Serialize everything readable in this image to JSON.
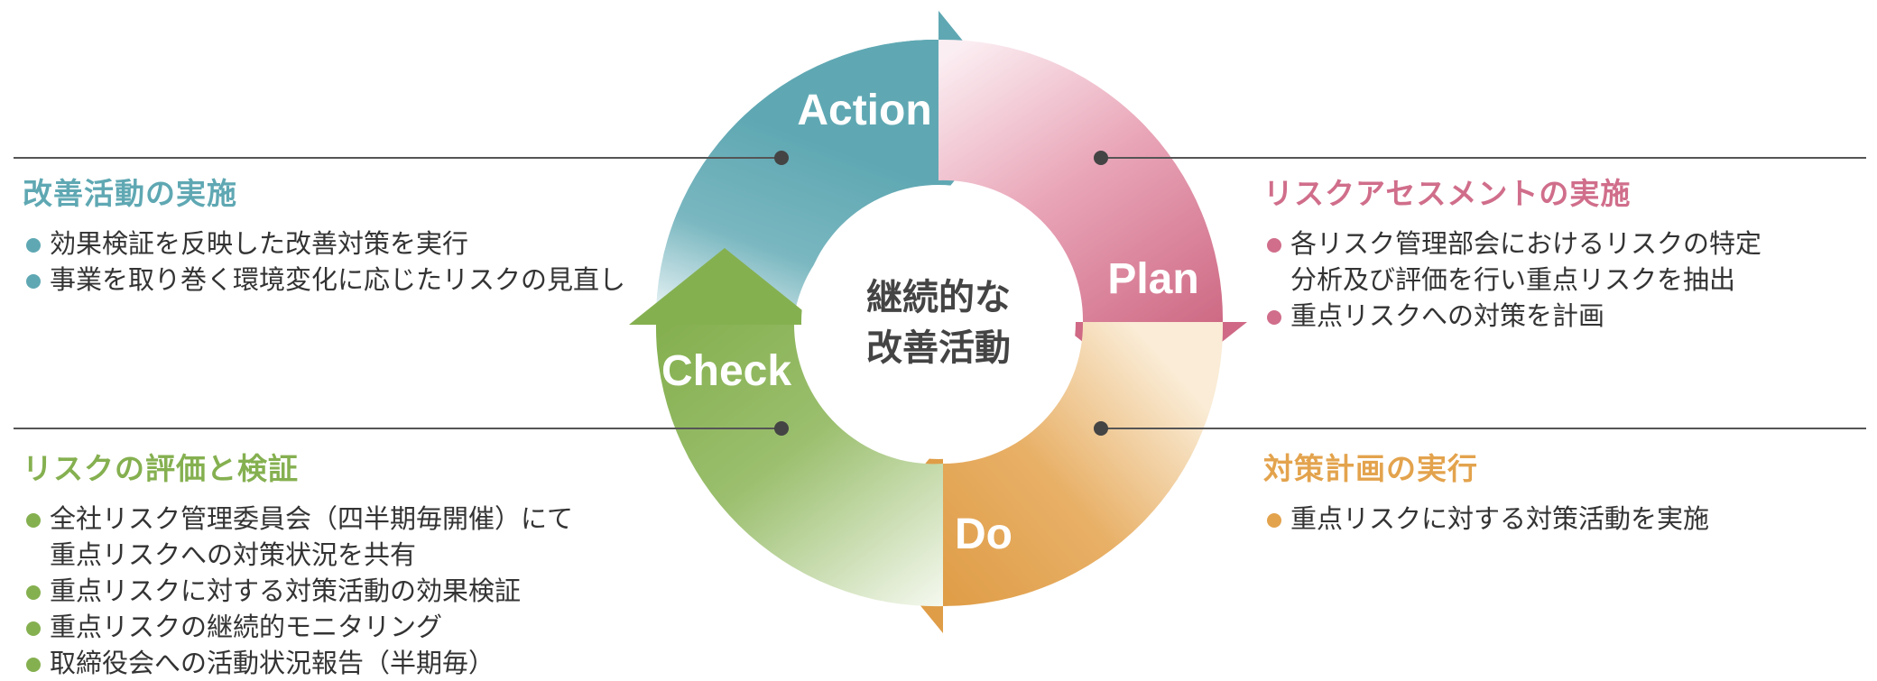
{
  "center": {
    "line1": "継続的な",
    "line2": "改善活動"
  },
  "cycle": {
    "action": "Action",
    "plan": "Plan",
    "do": "Do",
    "check": "Check"
  },
  "colors": {
    "action": "#5fa8b3",
    "plan": "#d06e8b",
    "do": "#e3a34d",
    "check": "#85b050",
    "connector": "#555555"
  },
  "panels": {
    "action": {
      "title": "改善活動の実施",
      "items": [
        [
          "効果検証を反映した改善対策を実行"
        ],
        [
          "事業を取り巻く環境変化に応じたリスクの見直し"
        ]
      ]
    },
    "plan": {
      "title": "リスクアセスメントの実施",
      "items": [
        [
          "各リスク管理部会におけるリスクの特定",
          "分析及び評価を行い重点リスクを抽出"
        ],
        [
          "重点リスクへの対策を計画"
        ]
      ]
    },
    "check": {
      "title": "リスクの評価と検証",
      "items": [
        [
          "全社リスク管理委員会（四半期毎開催）にて",
          "重点リスクへの対策状況を共有"
        ],
        [
          "重点リスクに対する対策活動の効果検証"
        ],
        [
          "重点リスクの継続的モニタリング"
        ],
        [
          "取締役会への活動状況報告（半期毎）"
        ]
      ]
    },
    "do": {
      "title": "対策計画の実行",
      "items": [
        [
          "重点リスクに対する対策活動を実施"
        ]
      ]
    }
  }
}
